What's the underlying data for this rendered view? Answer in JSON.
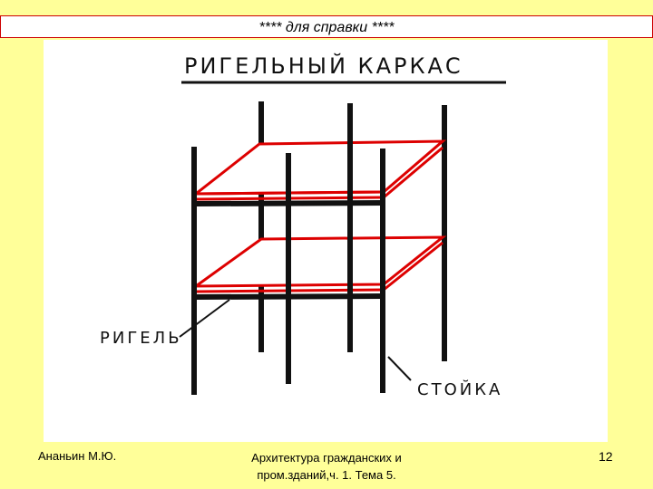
{
  "banner": {
    "text": "****  для справки  ****"
  },
  "diagram": {
    "title": "РИГЕЛЬНЫЙ КАРКАС",
    "label_rigel": "РИГЕЛЬ",
    "label_stoika": "СТОЙКА"
  },
  "footer": {
    "author": "Ананьин М.Ю.",
    "course_line1": "Архитектура гражданских и",
    "course_line2": "пром.зданий,ч. 1. Тема 5.",
    "page_number": "12"
  },
  "colors": {
    "background": "#ffff99",
    "frame_red": "#dd0000",
    "post_black": "#111111"
  }
}
